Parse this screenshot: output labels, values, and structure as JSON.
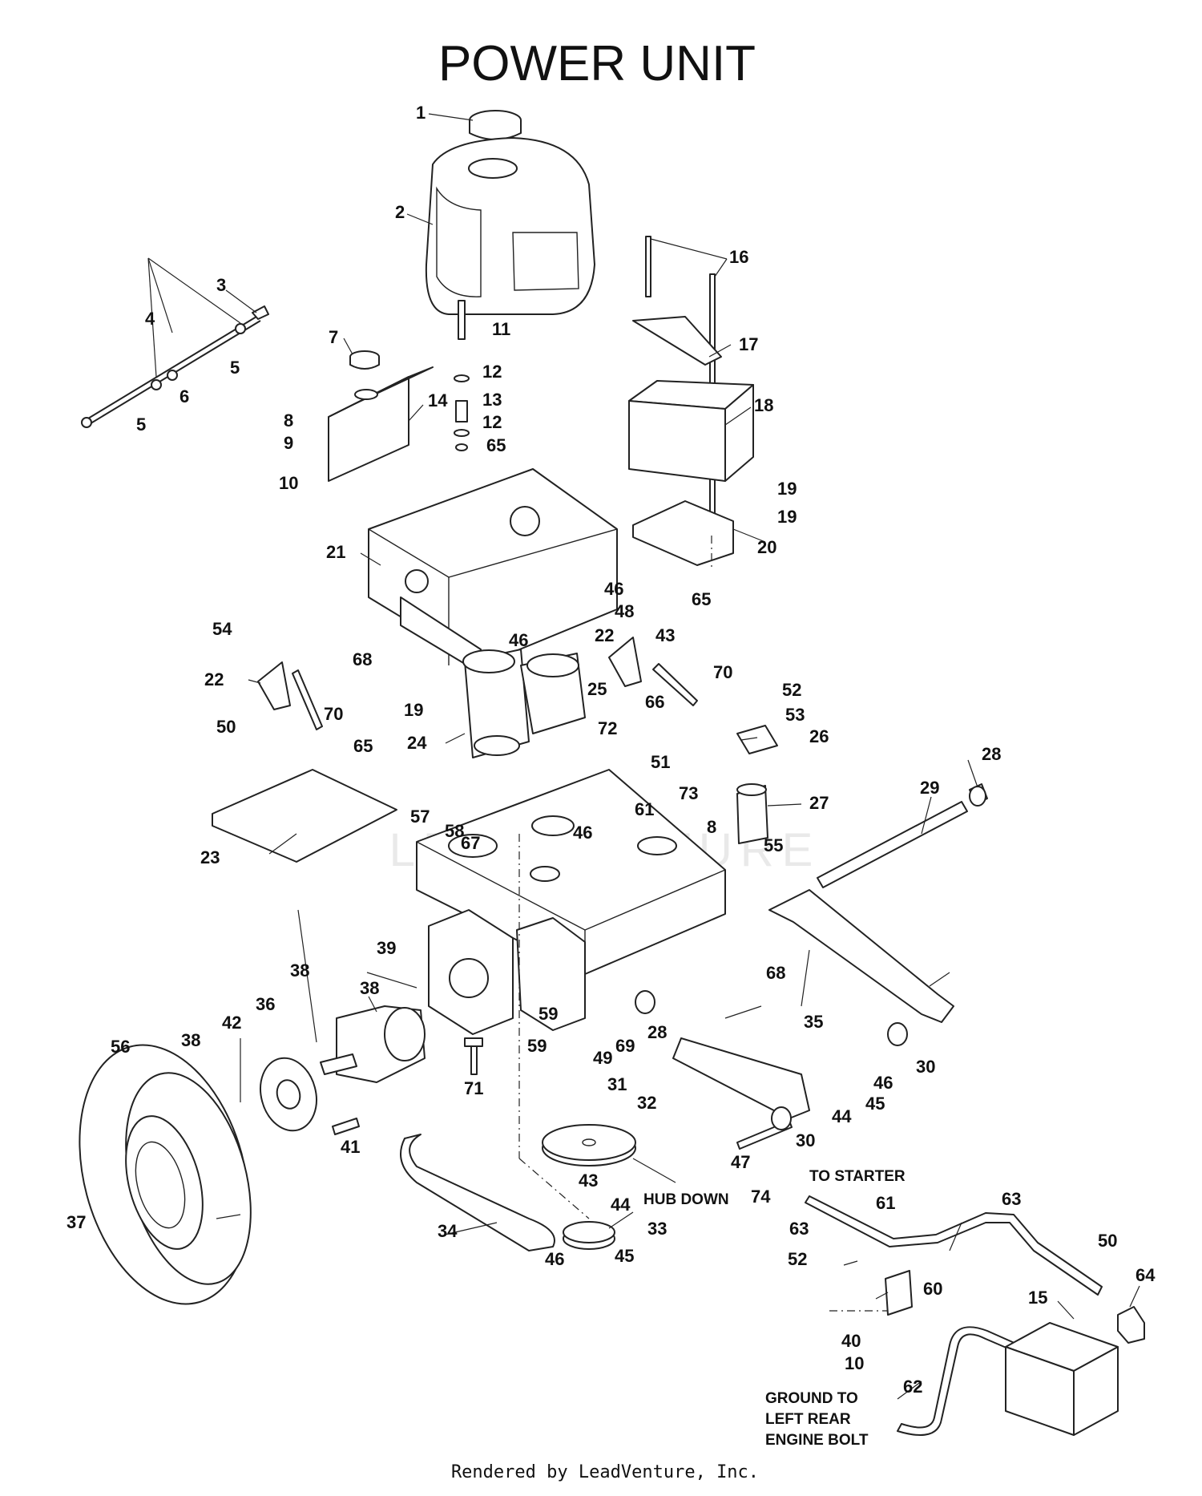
{
  "title": "POWER UNIT",
  "footer": "Rendered by LeadVenture, Inc.",
  "watermark": "LEADVENTURE",
  "notes": {
    "to_starter": "TO STARTER",
    "hub_down": "HUB DOWN",
    "ground_line1": "GROUND TO",
    "ground_line2": "LEFT REAR",
    "ground_line3": "ENGINE BOLT"
  },
  "callouts": {
    "c1": "1",
    "c2": "2",
    "c3": "3",
    "c4": "4",
    "c5a": "5",
    "c5b": "5",
    "c6": "6",
    "c7": "7",
    "c8a": "8",
    "c8b": "8",
    "c9": "9",
    "c10a": "10",
    "c10b": "10",
    "c11": "11",
    "c12a": "12",
    "c12b": "12",
    "c13": "13",
    "c14": "14",
    "c15": "15",
    "c16": "16",
    "c17": "17",
    "c18": "18",
    "c19a": "19",
    "c19b": "19",
    "c19c": "19",
    "c20": "20",
    "c21": "21",
    "c22a": "22",
    "c22b": "22",
    "c23": "23",
    "c24": "24",
    "c25": "25",
    "c26": "26",
    "c27": "27",
    "c28a": "28",
    "c28b": "28",
    "c29": "29",
    "c30a": "30",
    "c30b": "30",
    "c31": "31",
    "c32": "32",
    "c33": "33",
    "c34": "34",
    "c35": "35",
    "c36": "36",
    "c37": "37",
    "c38a": "38",
    "c38b": "38",
    "c38c": "38",
    "c39": "39",
    "c40": "40",
    "c41": "41",
    "c42": "42",
    "c43a": "43",
    "c43b": "43",
    "c44a": "44",
    "c44b": "44",
    "c45a": "45",
    "c45b": "45",
    "c46a": "46",
    "c46b": "46",
    "c46c": "46",
    "c46d": "46",
    "c46e": "46",
    "c47": "47",
    "c48": "48",
    "c49": "49",
    "c50a": "50",
    "c50b": "50",
    "c51": "51",
    "c52a": "52",
    "c52b": "52",
    "c53": "53",
    "c54": "54",
    "c55": "55",
    "c56": "56",
    "c57": "57",
    "c58": "58",
    "c59a": "59",
    "c59b": "59",
    "c60": "60",
    "c61a": "61",
    "c61b": "61",
    "c62": "62",
    "c63a": "63",
    "c63b": "63",
    "c64": "64",
    "c65a": "65",
    "c65b": "65",
    "c65c": "65",
    "c66": "66",
    "c67": "67",
    "c68a": "68",
    "c68b": "68",
    "c69": "69",
    "c70a": "70",
    "c70b": "70",
    "c71": "71",
    "c72": "72",
    "c73": "73",
    "c74": "74"
  }
}
